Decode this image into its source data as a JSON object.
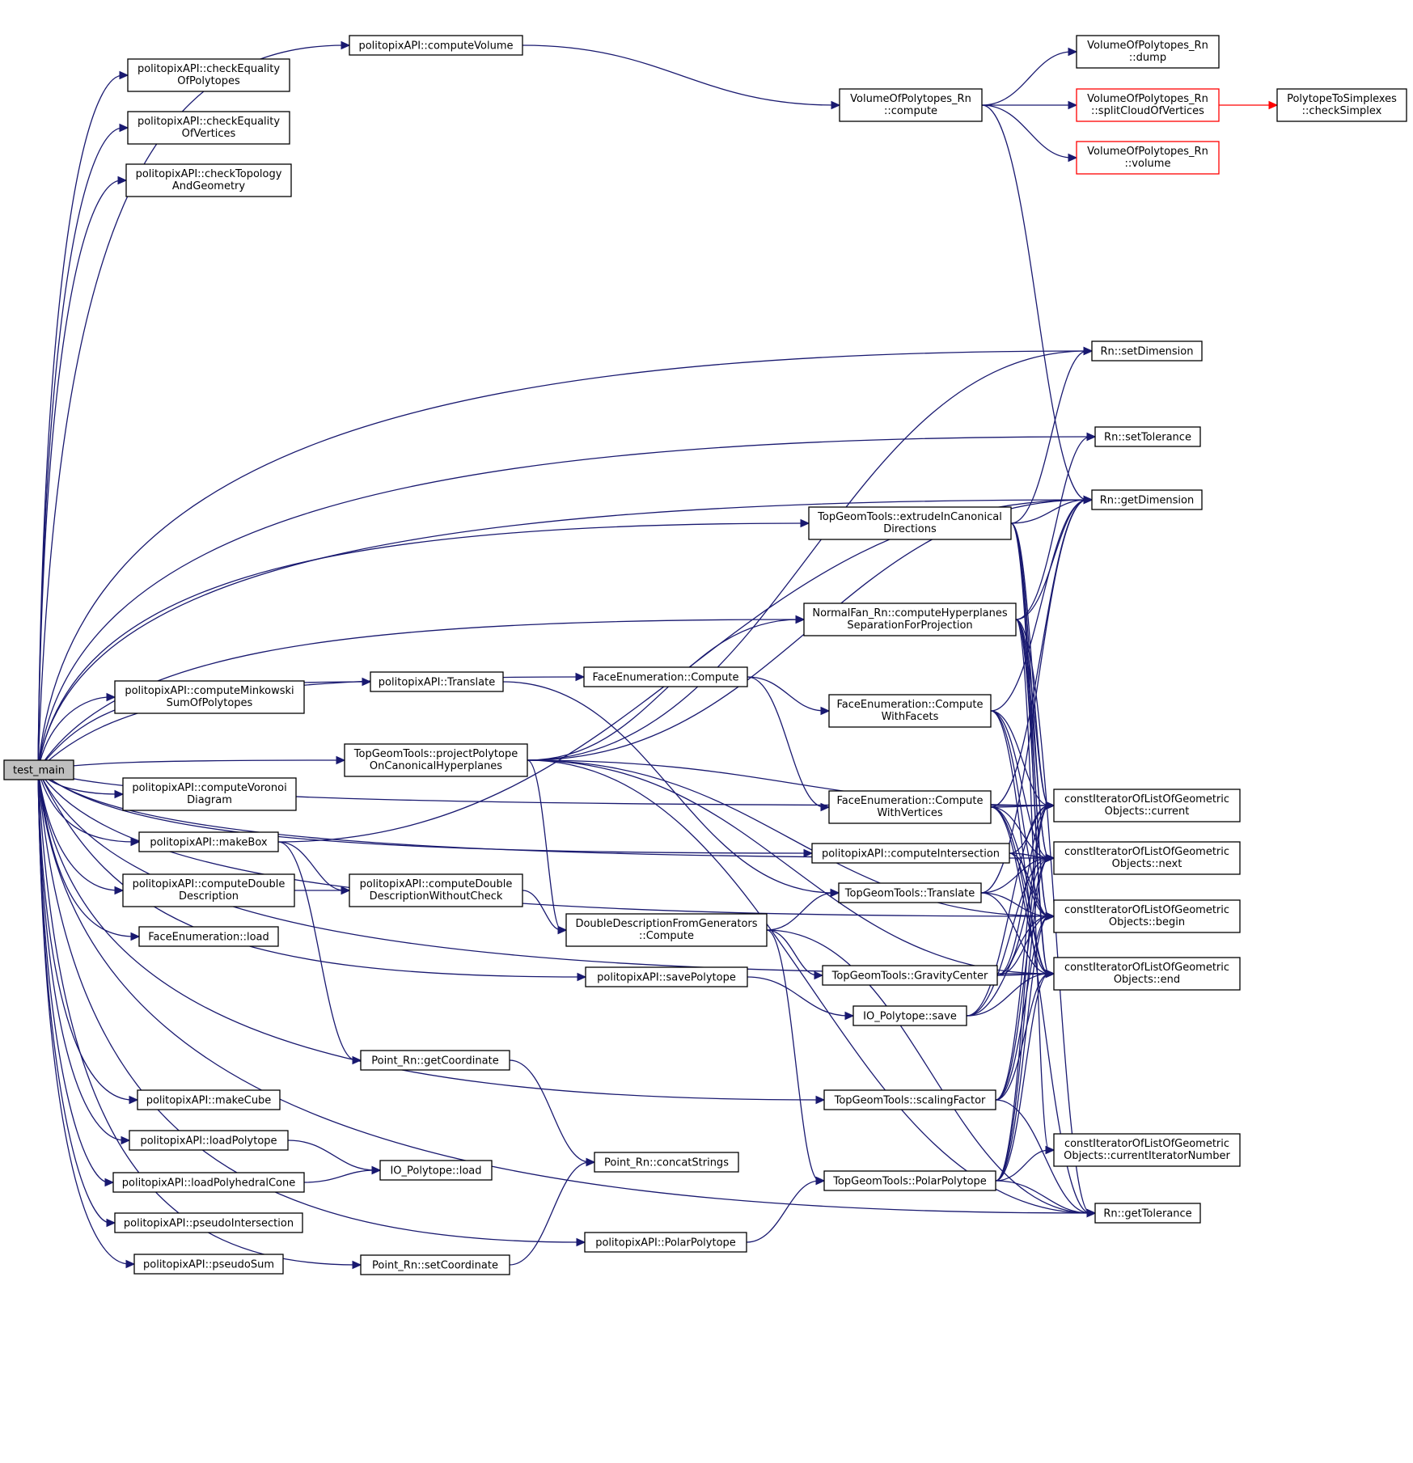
{
  "diagram": {
    "nodes": [
      {
        "id": "test_main",
        "lines": [
          "test_main"
        ],
        "root": true
      },
      {
        "id": "checkEqualityOfPolytopes",
        "lines": [
          "politopixAPI::checkEquality",
          "OfPolytopes"
        ]
      },
      {
        "id": "checkEqualityOfVertices",
        "lines": [
          "politopixAPI::checkEquality",
          "OfVertices"
        ]
      },
      {
        "id": "checkTopologyAndGeometry",
        "lines": [
          "politopixAPI::checkTopology",
          "AndGeometry"
        ]
      },
      {
        "id": "computeMinkowskiSum",
        "lines": [
          "politopixAPI::computeMinkowski",
          "SumOfPolytopes"
        ]
      },
      {
        "id": "computeVoronoiDiagram",
        "lines": [
          "politopixAPI::computeVoronoi",
          "Diagram"
        ]
      },
      {
        "id": "makeBox",
        "lines": [
          "politopixAPI::makeBox"
        ]
      },
      {
        "id": "computeDoubleDescription",
        "lines": [
          "politopixAPI::computeDouble",
          "Description"
        ]
      },
      {
        "id": "FE_load",
        "lines": [
          "FaceEnumeration::load"
        ]
      },
      {
        "id": "makeCube",
        "lines": [
          "politopixAPI::makeCube"
        ]
      },
      {
        "id": "loadPolytope",
        "lines": [
          "politopixAPI::loadPolytope"
        ]
      },
      {
        "id": "loadPolyhedralCone",
        "lines": [
          "politopixAPI::loadPolyhedralCone"
        ]
      },
      {
        "id": "pseudoIntersection",
        "lines": [
          "politopixAPI::pseudoIntersection"
        ]
      },
      {
        "id": "pseudoSum",
        "lines": [
          "politopixAPI::pseudoSum"
        ]
      },
      {
        "id": "computeVolume",
        "lines": [
          "politopixAPI::computeVolume"
        ]
      },
      {
        "id": "api_Translate",
        "lines": [
          "politopixAPI::Translate"
        ]
      },
      {
        "id": "projectPolytope",
        "lines": [
          "TopGeomTools::projectPolytope",
          "OnCanonicalHyperplanes"
        ]
      },
      {
        "id": "cddWithoutCheck",
        "lines": [
          "politopixAPI::computeDouble",
          "DescriptionWithoutCheck"
        ]
      },
      {
        "id": "getCoordinate",
        "lines": [
          "Point_Rn::getCoordinate"
        ]
      },
      {
        "id": "IO_load",
        "lines": [
          "IO_Polytope::load"
        ]
      },
      {
        "id": "setCoordinate",
        "lines": [
          "Point_Rn::setCoordinate"
        ]
      },
      {
        "id": "FE_Compute",
        "lines": [
          "FaceEnumeration::Compute"
        ]
      },
      {
        "id": "DDFG_Compute",
        "lines": [
          "DoubleDescriptionFromGenerators",
          "::Compute"
        ]
      },
      {
        "id": "savePolytope",
        "lines": [
          "politopixAPI::savePolytope"
        ]
      },
      {
        "id": "concatStrings",
        "lines": [
          "Point_Rn::concatStrings"
        ]
      },
      {
        "id": "api_PolarPolytope",
        "lines": [
          "politopixAPI::PolarPolytope"
        ]
      },
      {
        "id": "VOP_compute",
        "lines": [
          "VolumeOfPolytopes_Rn",
          "::compute"
        ]
      },
      {
        "id": "extrude",
        "lines": [
          "TopGeomTools::extrudeInCanonical",
          "Directions"
        ]
      },
      {
        "id": "NormalFan",
        "lines": [
          "NormalFan_Rn::computeHyperplanes",
          "SeparationForProjection"
        ]
      },
      {
        "id": "FE_Facets",
        "lines": [
          "FaceEnumeration::Compute",
          "WithFacets"
        ]
      },
      {
        "id": "FE_Vertices",
        "lines": [
          "FaceEnumeration::Compute",
          "WithVertices"
        ]
      },
      {
        "id": "computeIntersection",
        "lines": [
          "politopixAPI::computeIntersection"
        ]
      },
      {
        "id": "TGT_Translate",
        "lines": [
          "TopGeomTools::Translate"
        ]
      },
      {
        "id": "GravityCenter",
        "lines": [
          "TopGeomTools::GravityCenter"
        ]
      },
      {
        "id": "IO_save",
        "lines": [
          "IO_Polytope::save"
        ]
      },
      {
        "id": "scalingFactor",
        "lines": [
          "TopGeomTools::scalingFactor"
        ]
      },
      {
        "id": "TGT_PolarPolytope",
        "lines": [
          "TopGeomTools::PolarPolytope"
        ]
      },
      {
        "id": "VOP_dump",
        "lines": [
          "VolumeOfPolytopes_Rn",
          "::dump"
        ]
      },
      {
        "id": "VOP_split",
        "lines": [
          "VolumeOfPolytopes_Rn",
          "::splitCloudOfVertices"
        ],
        "red": true
      },
      {
        "id": "VOP_volume",
        "lines": [
          "VolumeOfPolytopes_Rn",
          "::volume"
        ],
        "red": true
      },
      {
        "id": "checkSimplex",
        "lines": [
          "PolytopeToSimplexes",
          "::checkSimplex"
        ]
      },
      {
        "id": "setDimension",
        "lines": [
          "Rn::setDimension"
        ]
      },
      {
        "id": "setTolerance",
        "lines": [
          "Rn::setTolerance"
        ]
      },
      {
        "id": "getDimension",
        "lines": [
          "Rn::getDimension"
        ]
      },
      {
        "id": "it_current",
        "lines": [
          "constIteratorOfListOfGeometric",
          "Objects::current"
        ]
      },
      {
        "id": "it_next",
        "lines": [
          "constIteratorOfListOfGeometric",
          "Objects::next"
        ]
      },
      {
        "id": "it_begin",
        "lines": [
          "constIteratorOfListOfGeometric",
          "Objects::begin"
        ]
      },
      {
        "id": "it_end",
        "lines": [
          "constIteratorOfListOfGeometric",
          "Objects::end"
        ]
      },
      {
        "id": "it_currentNumber",
        "lines": [
          "constIteratorOfListOfGeometric",
          "Objects::currentIteratorNumber"
        ]
      },
      {
        "id": "getTolerance",
        "lines": [
          "Rn::getTolerance"
        ]
      }
    ],
    "edges": [
      [
        "test_main",
        "checkEqualityOfPolytopes"
      ],
      [
        "test_main",
        "checkEqualityOfVertices"
      ],
      [
        "test_main",
        "checkTopologyAndGeometry"
      ],
      [
        "test_main",
        "computeMinkowskiSum"
      ],
      [
        "test_main",
        "computeVoronoiDiagram"
      ],
      [
        "test_main",
        "makeBox"
      ],
      [
        "test_main",
        "computeDoubleDescription"
      ],
      [
        "test_main",
        "FE_load"
      ],
      [
        "test_main",
        "makeCube"
      ],
      [
        "test_main",
        "loadPolytope"
      ],
      [
        "test_main",
        "loadPolyhedralCone"
      ],
      [
        "test_main",
        "pseudoIntersection"
      ],
      [
        "test_main",
        "pseudoSum"
      ],
      [
        "test_main",
        "computeVolume"
      ],
      [
        "test_main",
        "api_Translate"
      ],
      [
        "test_main",
        "projectPolytope"
      ],
      [
        "test_main",
        "FE_Compute"
      ],
      [
        "test_main",
        "savePolytope"
      ],
      [
        "test_main",
        "setCoordinate"
      ],
      [
        "test_main",
        "api_PolarPolytope"
      ],
      [
        "test_main",
        "setDimension"
      ],
      [
        "test_main",
        "setTolerance"
      ],
      [
        "test_main",
        "getDimension"
      ],
      [
        "test_main",
        "extrude"
      ],
      [
        "test_main",
        "NormalFan"
      ],
      [
        "test_main",
        "computeIntersection"
      ],
      [
        "test_main",
        "scalingFactor"
      ],
      [
        "test_main",
        "it_current"
      ],
      [
        "test_main",
        "it_next"
      ],
      [
        "test_main",
        "it_begin"
      ],
      [
        "test_main",
        "it_end"
      ],
      [
        "test_main",
        "getTolerance"
      ],
      [
        "computeVolume",
        "VOP_compute"
      ],
      [
        "VOP_compute",
        "VOP_dump"
      ],
      [
        "VOP_compute",
        "VOP_split"
      ],
      [
        "VOP_compute",
        "VOP_volume"
      ],
      [
        "VOP_compute",
        "getDimension"
      ],
      [
        "VOP_split",
        "checkSimplex"
      ],
      [
        "makeBox",
        "cddWithoutCheck"
      ],
      [
        "makeBox",
        "getCoordinate"
      ],
      [
        "makeBox",
        "getDimension"
      ],
      [
        "computeDoubleDescription",
        "cddWithoutCheck"
      ],
      [
        "cddWithoutCheck",
        "DDFG_Compute"
      ],
      [
        "loadPolytope",
        "IO_load"
      ],
      [
        "loadPolyhedralCone",
        "IO_load"
      ],
      [
        "getCoordinate",
        "concatStrings"
      ],
      [
        "setCoordinate",
        "concatStrings"
      ],
      [
        "api_Translate",
        "TGT_Translate"
      ],
      [
        "projectPolytope",
        "setDimension"
      ],
      [
        "projectPolytope",
        "getDimension"
      ],
      [
        "projectPolytope",
        "NormalFan"
      ],
      [
        "projectPolytope",
        "DDFG_Compute"
      ],
      [
        "projectPolytope",
        "it_current"
      ],
      [
        "projectPolytope",
        "it_begin"
      ],
      [
        "projectPolytope",
        "it_end"
      ],
      [
        "projectPolytope",
        "getTolerance"
      ],
      [
        "FE_Compute",
        "FE_Facets"
      ],
      [
        "FE_Compute",
        "FE_Vertices"
      ],
      [
        "DDFG_Compute",
        "TGT_Translate"
      ],
      [
        "DDFG_Compute",
        "GravityCenter"
      ],
      [
        "DDFG_Compute",
        "TGT_PolarPolytope"
      ],
      [
        "DDFG_Compute",
        "getTolerance"
      ],
      [
        "savePolytope",
        "IO_save"
      ],
      [
        "api_PolarPolytope",
        "TGT_PolarPolytope"
      ],
      [
        "extrude",
        "setDimension"
      ],
      [
        "extrude",
        "getDimension"
      ],
      [
        "extrude",
        "it_current"
      ],
      [
        "extrude",
        "it_next"
      ],
      [
        "extrude",
        "it_begin"
      ],
      [
        "extrude",
        "it_end"
      ],
      [
        "NormalFan",
        "setTolerance"
      ],
      [
        "NormalFan",
        "getDimension"
      ],
      [
        "NormalFan",
        "it_current"
      ],
      [
        "NormalFan",
        "it_next"
      ],
      [
        "NormalFan",
        "it_begin"
      ],
      [
        "NormalFan",
        "it_end"
      ],
      [
        "NormalFan",
        "it_currentNumber"
      ],
      [
        "NormalFan",
        "getTolerance"
      ],
      [
        "FE_Facets",
        "getDimension"
      ],
      [
        "FE_Facets",
        "it_current"
      ],
      [
        "FE_Facets",
        "it_next"
      ],
      [
        "FE_Facets",
        "it_begin"
      ],
      [
        "FE_Facets",
        "it_end"
      ],
      [
        "FE_Vertices",
        "getDimension"
      ],
      [
        "FE_Vertices",
        "it_current"
      ],
      [
        "FE_Vertices",
        "it_next"
      ],
      [
        "FE_Vertices",
        "it_begin"
      ],
      [
        "FE_Vertices",
        "it_end"
      ],
      [
        "FE_Vertices",
        "getTolerance"
      ],
      [
        "computeIntersection",
        "it_current"
      ],
      [
        "computeIntersection",
        "it_next"
      ],
      [
        "computeIntersection",
        "it_begin"
      ],
      [
        "computeIntersection",
        "it_end"
      ],
      [
        "TGT_Translate",
        "getDimension"
      ],
      [
        "TGT_Translate",
        "it_next"
      ],
      [
        "TGT_Translate",
        "it_begin"
      ],
      [
        "TGT_Translate",
        "it_end"
      ],
      [
        "GravityCenter",
        "it_current"
      ],
      [
        "GravityCenter",
        "it_next"
      ],
      [
        "GravityCenter",
        "it_begin"
      ],
      [
        "GravityCenter",
        "it_end"
      ],
      [
        "IO_save",
        "it_current"
      ],
      [
        "IO_save",
        "it_next"
      ],
      [
        "IO_save",
        "it_begin"
      ],
      [
        "IO_save",
        "it_end"
      ],
      [
        "scalingFactor",
        "it_current"
      ],
      [
        "scalingFactor",
        "it_next"
      ],
      [
        "scalingFactor",
        "it_begin"
      ],
      [
        "scalingFactor",
        "it_end"
      ],
      [
        "scalingFactor",
        "getTolerance"
      ],
      [
        "TGT_PolarPolytope",
        "it_current"
      ],
      [
        "TGT_PolarPolytope",
        "it_next"
      ],
      [
        "TGT_PolarPolytope",
        "it_begin"
      ],
      [
        "TGT_PolarPolytope",
        "it_end"
      ],
      [
        "TGT_PolarPolytope",
        "it_currentNumber"
      ],
      [
        "TGT_PolarPolytope",
        "getTolerance"
      ]
    ]
  },
  "colors": {
    "edge": "#191970",
    "node_border": "#000000",
    "root_fill": "#bfbfbf",
    "red_border": "#ff0000"
  }
}
